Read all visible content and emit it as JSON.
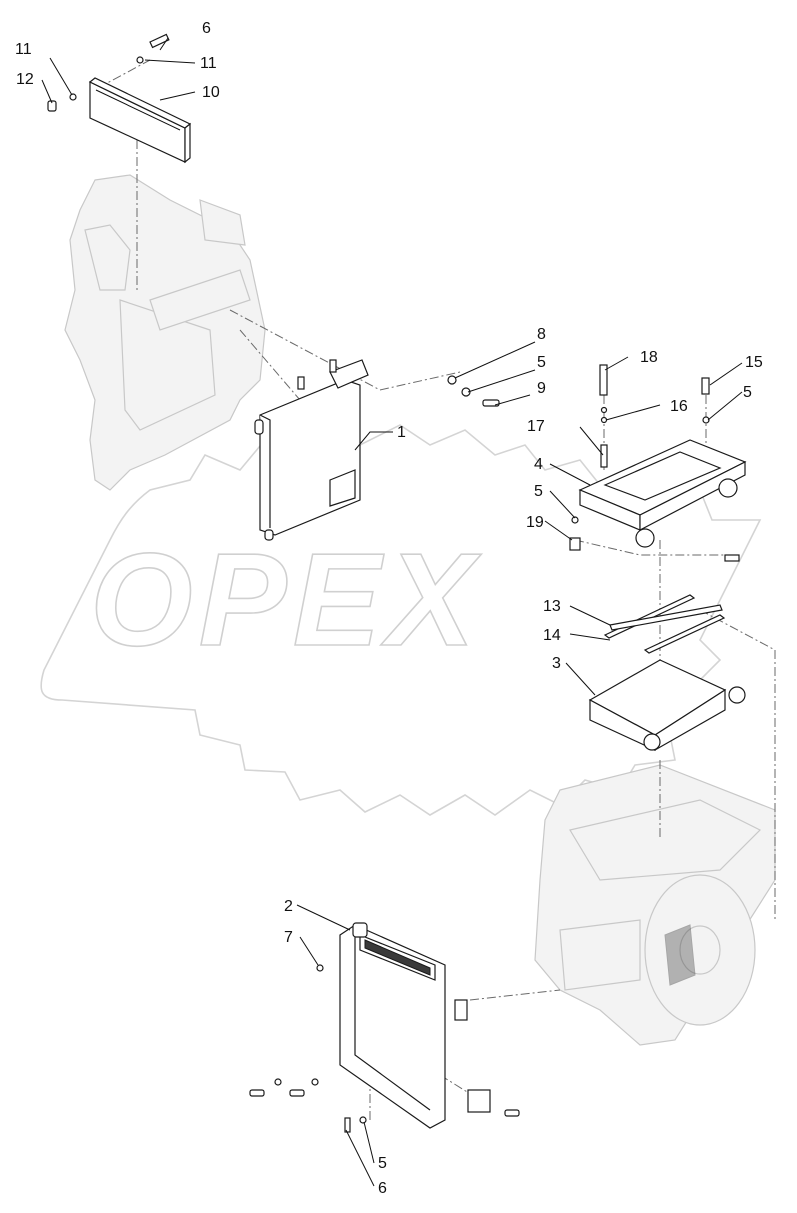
{
  "watermark": {
    "text": "OPEX"
  },
  "callouts": [
    {
      "id": "c-6-top",
      "label": "6"
    },
    {
      "id": "c-11-left",
      "label": "11"
    },
    {
      "id": "c-11-right",
      "label": "11"
    },
    {
      "id": "c-12",
      "label": "12"
    },
    {
      "id": "c-10",
      "label": "10"
    },
    {
      "id": "c-8",
      "label": "8"
    },
    {
      "id": "c-5-a",
      "label": "5"
    },
    {
      "id": "c-9",
      "label": "9"
    },
    {
      "id": "c-18",
      "label": "18"
    },
    {
      "id": "c-15",
      "label": "15"
    },
    {
      "id": "c-5-b",
      "label": "5"
    },
    {
      "id": "c-16",
      "label": "16"
    },
    {
      "id": "c-17",
      "label": "17"
    },
    {
      "id": "c-1",
      "label": "1"
    },
    {
      "id": "c-4",
      "label": "4"
    },
    {
      "id": "c-5-c",
      "label": "5"
    },
    {
      "id": "c-19",
      "label": "19"
    },
    {
      "id": "c-13",
      "label": "13"
    },
    {
      "id": "c-14",
      "label": "14"
    },
    {
      "id": "c-3",
      "label": "3"
    },
    {
      "id": "c-2",
      "label": "2"
    },
    {
      "id": "c-7",
      "label": "7"
    },
    {
      "id": "c-5-d",
      "label": "5"
    },
    {
      "id": "c-6-bottom",
      "label": "6"
    }
  ]
}
